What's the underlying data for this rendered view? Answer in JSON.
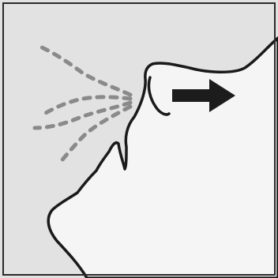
{
  "diagram": {
    "subject": "nose-breathing-illustration",
    "colors": {
      "background": "#e2e2e2",
      "face_fill": "#f5f5f5",
      "outline": "#1a1a1a",
      "airflow": "#8a8a8a",
      "arrow": "#1c1c1c",
      "frame": "#2a2a2a"
    },
    "elements": {
      "airflow_streams": 4,
      "arrow_direction": "right"
    }
  }
}
